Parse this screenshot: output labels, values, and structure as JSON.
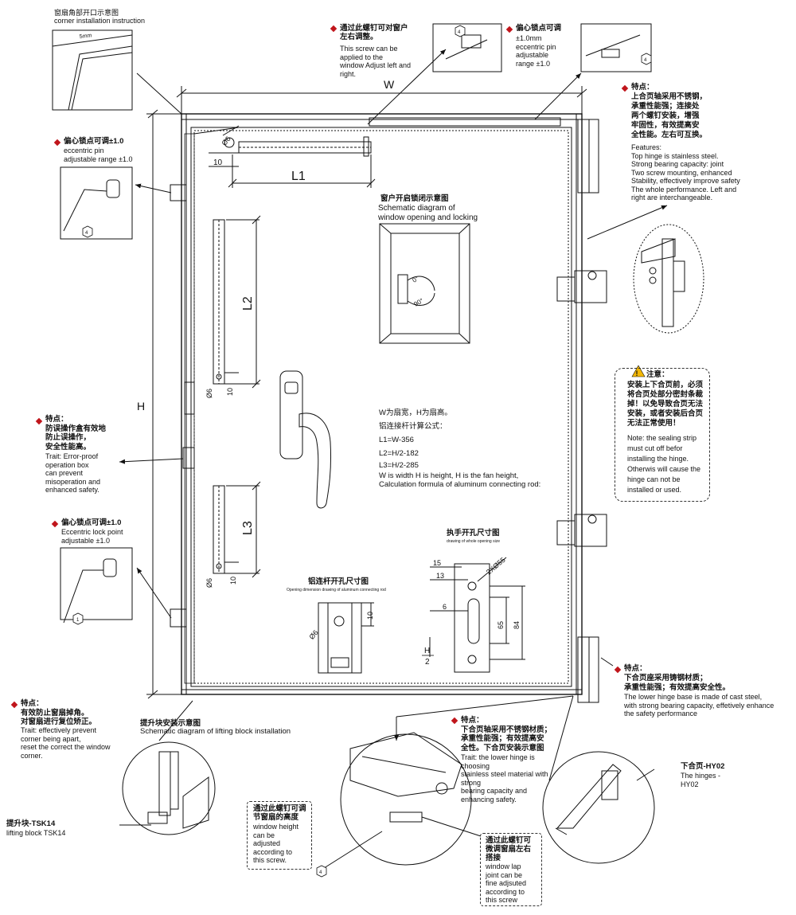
{
  "dimensions": {
    "W": "W",
    "H": "H",
    "L1": "L1",
    "L2": "L2",
    "L3": "L3",
    "d6": "Ø6",
    "n10": "10",
    "n15": "15",
    "n13": "13",
    "n6": "6",
    "n65": "65",
    "n84": "84",
    "hole": "2XØ55",
    "half_H_top": "H",
    "half_H_bottom": "2"
  },
  "corner": {
    "cn": "窗扇角部开口示意图",
    "en": "corner installation instruction",
    "d5": "5mm"
  },
  "screw_top": {
    "cn": "通过此螺钉可对窗户\n左右调整。",
    "en": "This screw can be\napplied to the\nwindow Adjust left and\nright."
  },
  "eccentric_top": {
    "cn": "偏心锁点可调",
    "en": "±1.0mm\neccentric pin\nadjustable\nrange ±1.0"
  },
  "top_hinge": {
    "cn": "特点：\n上合页轴采用不锈钢，\n承重性能强；连接处\n两个螺钉安装，增强\n牢固性，有效提高安\n全性能。左右可互换。",
    "en": "Features:\nTop hinge is stainless steel.\nStrong bearing capacity: joint\nTwo screw mounting, enhanced\nStability, effectively improve safety\nThe whole performance. Left and\nright are interchangeable."
  },
  "eccentric_left1": {
    "cn": "偏心锁点可调±1.0",
    "en": "eccentric pin\nadjustable range ±1.0"
  },
  "schematic_open": {
    "cn": "窗户开启锁闭示意图",
    "en": "Schematic diagram of\nwindow opening and locking",
    "a0": "0°",
    "a90": "90°"
  },
  "caution": {
    "cn_title": "注意：",
    "cn": "安装上下合页前，必须\n将合页处部分密封条裁\n掉！以免导致合页无法\n安装，或者安装后合页\n无法正常使用！",
    "en": "Note: the sealing strip\nmust cut off befor\ninstalling the hinge.\nOtherwis will cause the\nhinge can not be\ninstalled or used."
  },
  "trait_box": {
    "cn": "特点：\n防误操作盒有效地\n防止误操作，\n安全性能高。",
    "en": "Trait: Error-proof\noperation box\ncan prevent\nmisoperation and\nenhanced safety."
  },
  "formula": {
    "l0": "W为扇宽，H为扇高。",
    "l1": "铝连接杆计算公式：",
    "l2": "L1=W-356",
    "l3": "L2=H/2-182",
    "l4": "L3=H/2-285",
    "en": "W is width H is height, H is the fan height,\nCalculation formula of aluminum connecting rod:"
  },
  "eccentric_left2": {
    "cn": "偏心锁点可调±1.0",
    "en": "Eccentric lock point\nadjustable ±1.0"
  },
  "handle_hole": {
    "cn": "执手开孔尺寸图",
    "en": "drawing of whole opening size"
  },
  "rod_hole": {
    "cn": "铝连杆开孔尺寸图",
    "en": "Opening dimension drawing of aluminum connecting rod"
  },
  "lower_hinge_base": {
    "cn": "特点：\n下合页座采用铸钢材质；\n承重性能强；有效提高安全性。",
    "en": "The lower hinge base is made of cast steel,\nwith strong bearing capacity, effetively enhance\nthe safety performance"
  },
  "corner_trait": {
    "cn": "特点：\n有效防止窗扇掉角。\n对窗扇进行复位矫正。",
    "en": "Trait: effectively prevent\ncorner being apart,\nreset the correct the window\ncorner."
  },
  "lifting": {
    "cn": "提升块安装示意图",
    "en": "Schematic diagram of lifting block installation",
    "label_cn": "提升块-TSK14",
    "label_en": "lifting block TSK14"
  },
  "lower_hinge": {
    "cn": "特点：\n下合页轴采用不锈钢材质；\n承重性能强；有效提高安\n全性。下合页安装示意图",
    "en": "Trait: the lower hinge is\nchoosing\nstainless steel material with\nstrong\nbearing capacity and\nenhancing safety."
  },
  "height_screw": {
    "cn": "通过此螺钉可调\n节窗扇的高度",
    "en": "window height\ncan be\nadjusted\naccording to\nthis screw."
  },
  "lap_screw": {
    "cn": "通过此螺钉可\n微调窗扇左右\n搭接",
    "en": "window lap\njoint can be\nfine adjsuted\naccording to\nthis screw"
  },
  "hinge_hy02": {
    "cn": "下合页-HY02",
    "en": "The hinges -\nHY02"
  },
  "callout_num": "4",
  "callout_num2": "1",
  "colors": {
    "bullet": "#c0151b",
    "warning": "#f2b705",
    "line": "#111111"
  }
}
